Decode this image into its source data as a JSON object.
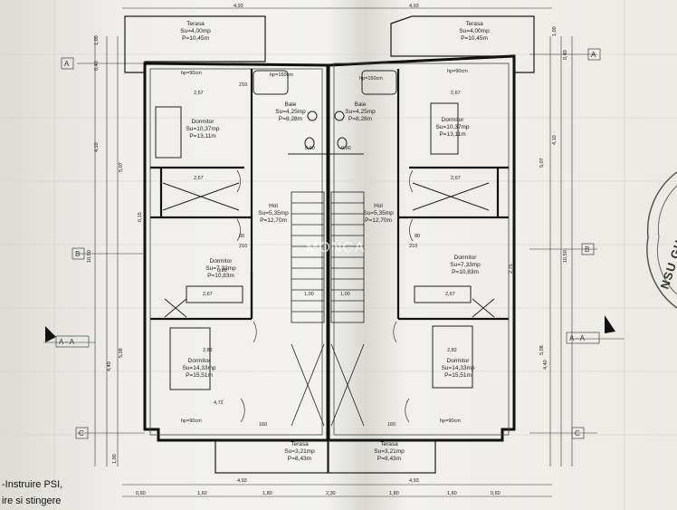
{
  "watermark": "MONGA",
  "side_note": {
    "line1": "-Instruire PSI,",
    "line2": "ire si stingere"
  },
  "stamp": "NSU GH.GHEO",
  "section_marks": {
    "a": "A",
    "b": "B",
    "c": "C",
    "aa": "A - A"
  },
  "rooms_left": {
    "terasa_top": {
      "name": "Terasa",
      "su": "Su=4,00mp",
      "p": "P=10,45m"
    },
    "dormitor_1": {
      "name": "Dormitor",
      "su": "Su=10,37mp",
      "p": "P=13,11m"
    },
    "baie": {
      "name": "Baie",
      "su": "Su=4,25mp",
      "p": "P=8,28m"
    },
    "hol": {
      "name": "Hol",
      "su": "Su=5,35mp",
      "p": "P=12,70m"
    },
    "dormitor_2": {
      "name": "Dormitor",
      "su": "Su=7,33mp",
      "p": "P=10,83m"
    },
    "dormitor_3": {
      "name": "Dormitor",
      "su": "Su=14,33mp",
      "p": "P=15,51m"
    },
    "terasa_bottom": {
      "name": "Terasa",
      "su": "Su=3,21mp",
      "p": "P=8,43m"
    }
  },
  "rooms_right": {
    "terasa_top": {
      "name": "Terasa",
      "su": "Su=4,00mp",
      "p": "P=10,45m"
    },
    "dormitor_1": {
      "name": "Dormitor",
      "su": "Su=10,37mp",
      "p": "P=13,11m"
    },
    "baie": {
      "name": "Baie",
      "su": "Su=4,25mp",
      "p": "P=8,28m"
    },
    "hol": {
      "name": "Hol",
      "su": "Su=5,35mp",
      "p": "P=12,70m"
    },
    "dormitor_2": {
      "name": "Dormitor",
      "su": "Su=7,33mp",
      "p": "P=10,83m"
    },
    "dormitor_3": {
      "name": "Dormitor",
      "su": "Su=14,33mp",
      "p": "P=15,51m"
    },
    "terasa_bottom": {
      "name": "Terasa",
      "su": "Su=3,21mp",
      "p": "P=8,43m"
    }
  },
  "dims": {
    "top_493_l": "4,93",
    "top_493_r": "4,93",
    "bot_493_l": "4,93",
    "bot_493_r": "4,93",
    "hp90": "hp=90cm",
    "hp150": "hp=150cm",
    "d267": "2,67",
    "d282": "2,82",
    "d472": "4,72",
    "d410": "4,10",
    "d1050": "10,50",
    "d507": "5,07",
    "d508": "5,08",
    "d440": "4,40",
    "d100": "1,00",
    "d040": "0,40",
    "d080": "0,80",
    "d090": "0,90",
    "d210": "210",
    "d80": "80",
    "d160": "160",
    "d015": "0,15",
    "d230": "2,30",
    "d180": "1,80",
    "d060": "0,60",
    "d160b": "1,60",
    "d2x": "2,75"
  }
}
